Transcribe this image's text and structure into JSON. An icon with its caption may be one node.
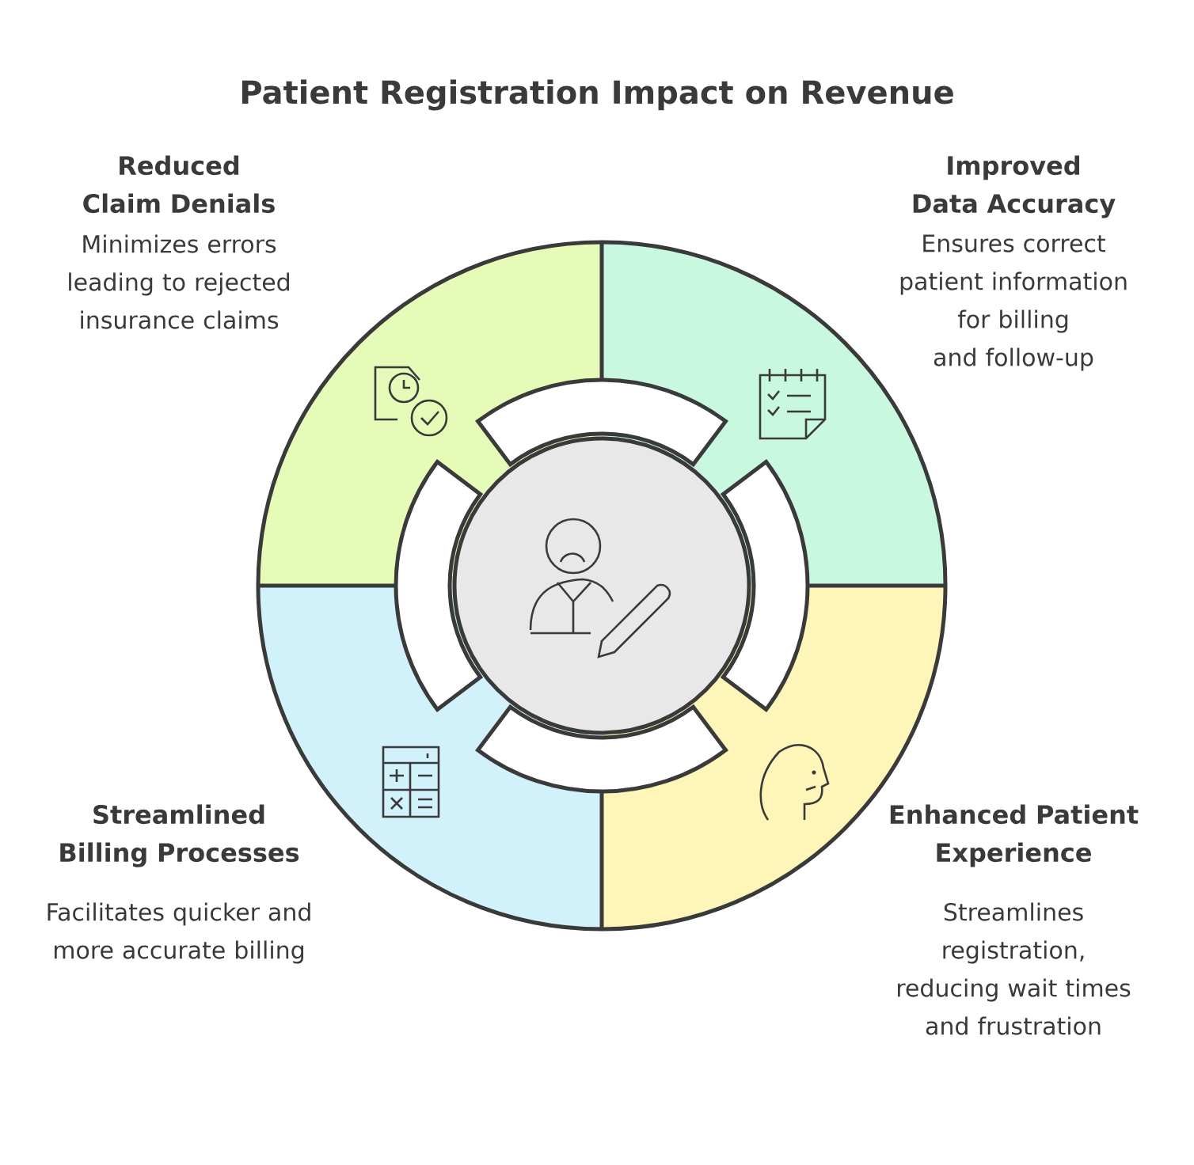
{
  "diagram": {
    "title": "Patient Registration Impact on Revenue",
    "labels": [
      "Reduced Claim Denials",
      "Minimizes errors leading to rejected insurance claims",
      "Improved Data Accuracy",
      "Ensures correct patient information for billing and follow-up",
      "Streamlined Billing Processes",
      "Facilitates quicker and more accurate billing",
      "Enhanced Patient Experience",
      "Streamlines registration, reducing wait times and frustration"
    ]
  }
}
